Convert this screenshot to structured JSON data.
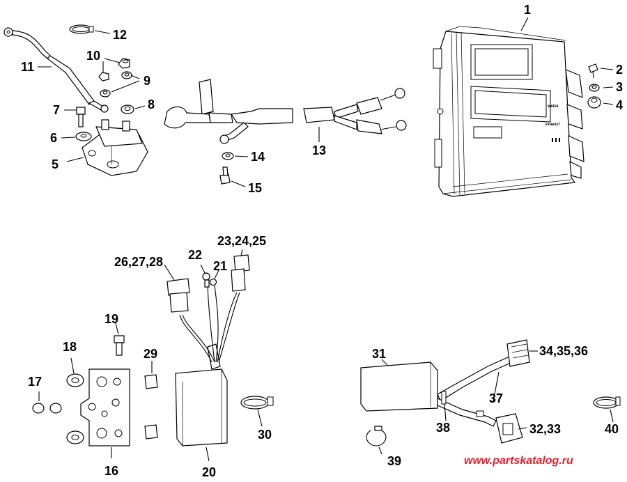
{
  "colors": {
    "background": "#ffffff",
    "line": "#000000",
    "watermark": "#e8202a"
  },
  "callouts": {
    "c1": "1",
    "c2": "2",
    "c3": "3",
    "c4": "4",
    "c5": "5",
    "c6": "6",
    "c7": "7",
    "c8": "8",
    "c9": "9",
    "c10": "10",
    "c11": "11",
    "c12": "12",
    "c13": "13",
    "c14": "14",
    "c15": "15",
    "c16": "16",
    "c17": "17",
    "c18": "18",
    "c19": "19",
    "c20": "20",
    "c21": "21",
    "c22": "22",
    "c23_25": "23,24,25",
    "c26_28": "26,27,28",
    "c29": "29",
    "c30": "30",
    "c31": "31",
    "c32_33": "32,33",
    "c34_36": "34,35,36",
    "c37": "37",
    "c38": "38",
    "c39": "39",
    "c40": "40"
  },
  "module_labels": {
    "water": "WATER",
    "exhaust": "EXHAUST"
  },
  "watermark": "www.partskatalog.ru"
}
